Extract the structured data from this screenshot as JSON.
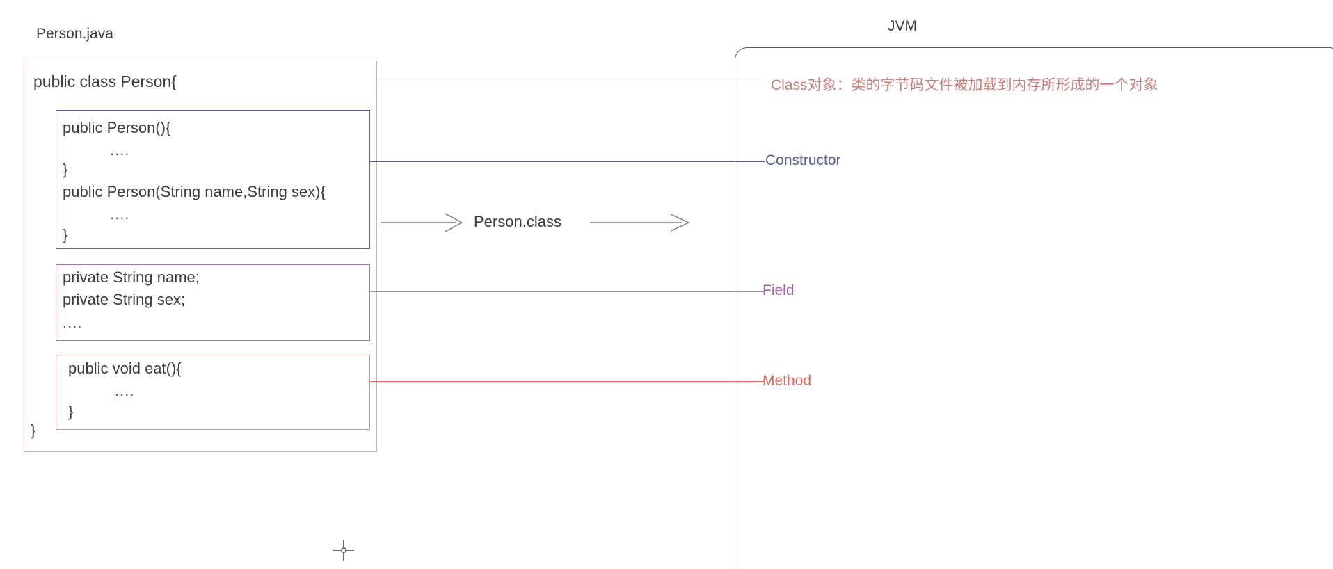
{
  "diagram": {
    "title_left": "Person.java",
    "title_right": "JVM",
    "middle_label": "Person.class"
  },
  "source_code": {
    "class_declaration": "public class Person{",
    "class_closing_brace": "}",
    "constructor_block": {
      "border_color": "#5b5f96",
      "lines": [
        "public Person(){",
        "....",
        "}",
        "public Person(String name,String sex){",
        "....",
        "}"
      ]
    },
    "field_block": {
      "border_color": "#a96fba",
      "lines": [
        "private String name;",
        "private String sex;",
        "...."
      ]
    },
    "method_block": {
      "border_color": "#de8b86",
      "lines": [
        "public void eat(){",
        "....",
        "}"
      ]
    },
    "outer_box_border_color": "#e3a8a2"
  },
  "annotations": [
    {
      "id": "class-object",
      "label": "Class对象：类的字节码文件被加载到内存所形成的一个对象",
      "color": "#cb7f7c"
    },
    {
      "id": "constructor",
      "label": "Constructor",
      "color": "#5b5f96"
    },
    {
      "id": "field",
      "label": "Field",
      "color": "#b259b8"
    },
    {
      "id": "method",
      "label": "Method",
      "color": "#e2675f"
    }
  ],
  "icons": {
    "arrow_left": "arrow-right-icon",
    "arrow_right": "arrow-right-icon",
    "cursor": "crosshair-cursor-icon"
  }
}
